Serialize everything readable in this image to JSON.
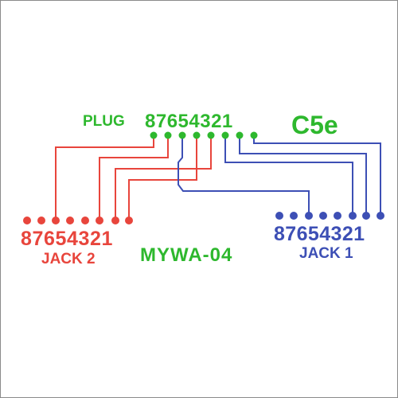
{
  "plug": {
    "label": "PLUG",
    "pins": "87654321",
    "color": "#2eb82e"
  },
  "cable_type": {
    "label": "C5e",
    "color": "#2eb82e"
  },
  "jack2": {
    "pins": "87654321",
    "label": "JACK 2",
    "color": "#e8453c"
  },
  "model": {
    "label": "MYWA-04",
    "color": "#2eb82e"
  },
  "jack1": {
    "pins": "87654321",
    "label": "JACK 1",
    "color": "#3d4fb5"
  }
}
